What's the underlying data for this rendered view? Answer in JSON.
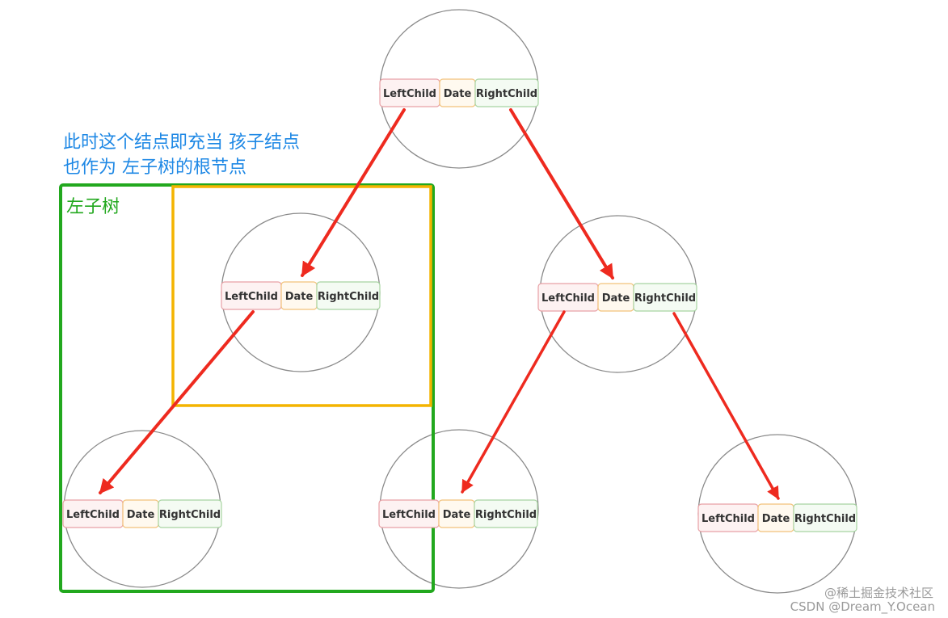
{
  "annotation": {
    "line1": "此时这个结点即充当 孩子结点",
    "line2": "也作为 左子树的根节点"
  },
  "subtree_label": "左子树",
  "node_fields": {
    "left": "LeftChild",
    "data": "Date",
    "right": "RightChild"
  },
  "colors": {
    "edge": "#ee2a1f",
    "left_subtree_box": "#22a81e",
    "root_box": "#f4b400",
    "annotation": "#1e88e5",
    "left_field_border": "#e8a1a6",
    "data_field_border": "#f2c27a",
    "right_field_border": "#a8d4a2",
    "node_outline": "#8a8a8a"
  },
  "watermark": {
    "line1": "@稀土掘金技术社区",
    "line2": "CSDN @Dream_Y.Ocean"
  }
}
